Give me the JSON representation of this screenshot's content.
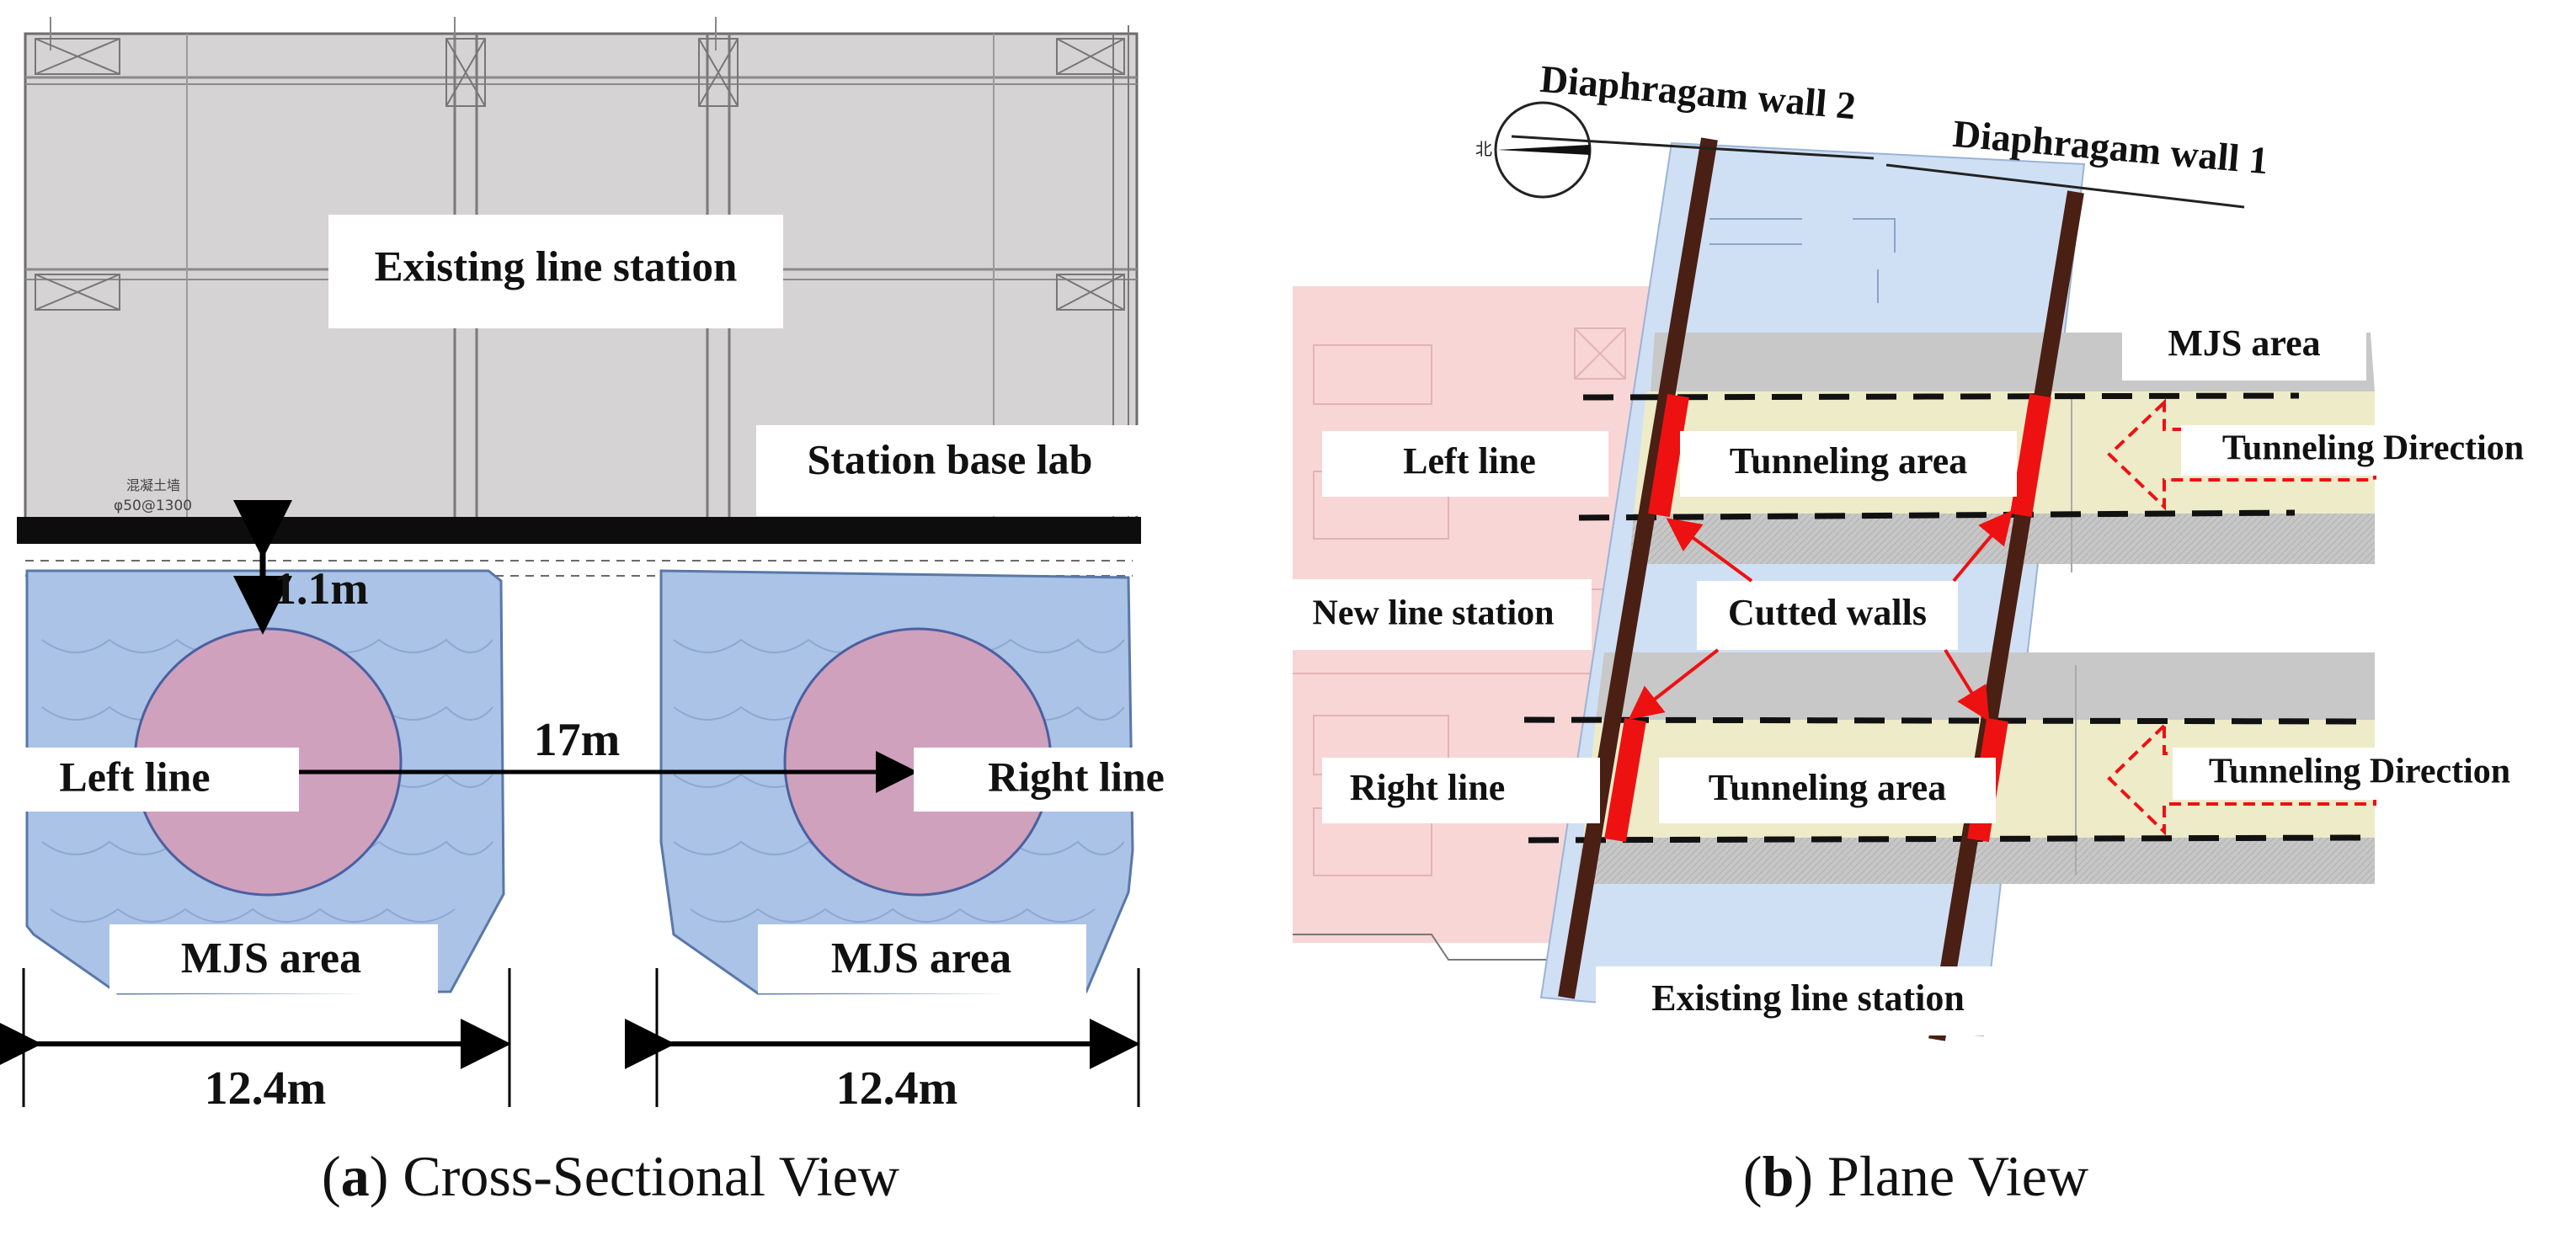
{
  "panel_a": {
    "labels": {
      "existing_station": "Existing line station",
      "station_base": "Station base lab",
      "gap": "1.1m",
      "left_line": "Left line",
      "spacing": "17m",
      "right_line": "Right line",
      "mjs_left": "MJS area",
      "mjs_right": "MJS area",
      "width_left": "12.4m",
      "width_right": "12.4m"
    },
    "small_text": {
      "note_top": "混凝土墙",
      "note_rebar": "φ50@1300"
    },
    "caption": {
      "letter": "a",
      "text": ") Cross-Sectional View"
    }
  },
  "panel_b": {
    "labels": {
      "wall2": "Diaphragam wall 2",
      "wall1": "Diaphragam wall 1",
      "mjs_area": "MJS area",
      "left_line": "Left line",
      "tunneling_area_top": "Tunneling area",
      "tunneling_direction_top": "Tunneling Direction",
      "new_line_station": "New line station",
      "cutted_walls": "Cutted walls",
      "right_line": "Right line",
      "tunneling_area_bottom": "Tunneling area",
      "tunneling_direction_bottom": "Tunneling Direction",
      "existing_line_station": "Existing line station"
    },
    "compass": {
      "north_char": "北"
    },
    "caption": {
      "letter": "b",
      "text": ") Plane View"
    }
  },
  "colors": {
    "station_fill": "#d5d3d3",
    "mjs_fill": "#aac3e6",
    "tunnel_fill": "#cfa1bd",
    "wall_red": "#ee1111",
    "wall_dark": "#4a1f14",
    "new_station_fill": "#f8d6d6",
    "tunnel_area_fill": "#eeebc9",
    "mjs_band_fill": "#c9c9c9",
    "existing_plan_fill": "#cfe0f4"
  }
}
